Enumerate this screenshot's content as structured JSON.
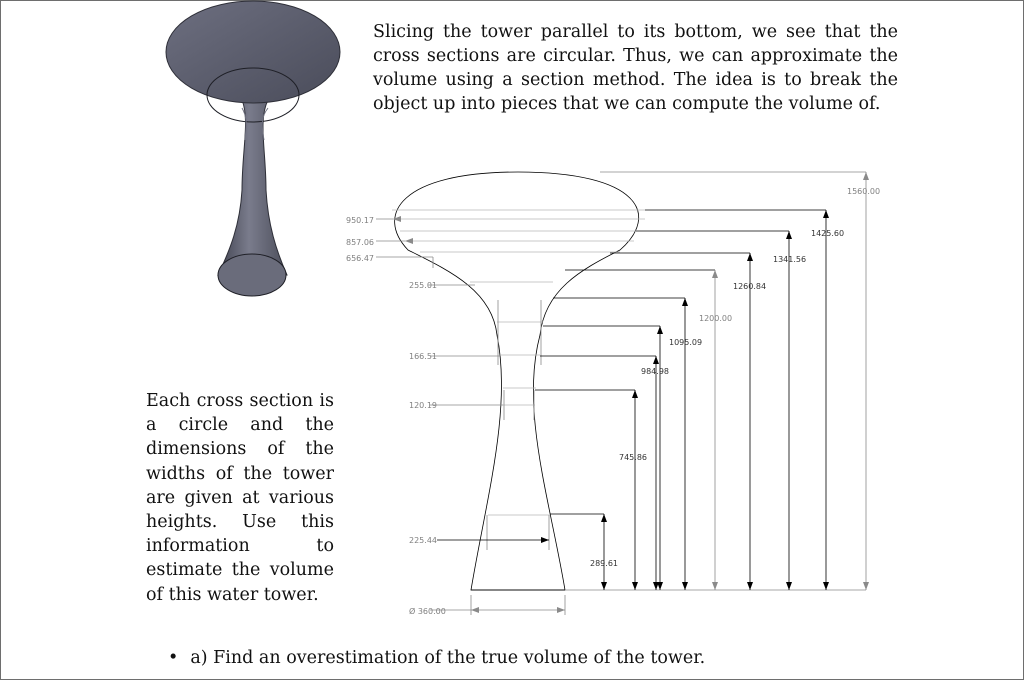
{
  "paragraphs": {
    "intro": "Slicing the tower parallel to its bottom, we see that the cross sections are circular. Thus, we can approximate the volume using a section method. The idea is to break the object up into pieces that we can compute the volume of.",
    "side": "Each cross section is a circle and the dimensions of the widths of the tower are given at various heights. Use this information to estimate the volume of this water tower."
  },
  "question": {
    "bullet": "•",
    "text": "a) Find an overestimation of the true volume of the tower."
  },
  "drawing": {
    "widths": {
      "w950": "950.17",
      "w857": "857.06",
      "w656": "656.47",
      "w255": "255.01",
      "w166": "166.51",
      "w120": "120.19",
      "w225": "225.44",
      "w360": "Ø 360.00"
    },
    "heights": {
      "h1560": "1560.00",
      "h1425": "1425.60",
      "h1341": "1341.56",
      "h1260": "1260.84",
      "h1200": "1200.00",
      "h1095": "1095.09",
      "h984": "984.98",
      "h745": "745.86",
      "h289": "289.61"
    }
  }
}
